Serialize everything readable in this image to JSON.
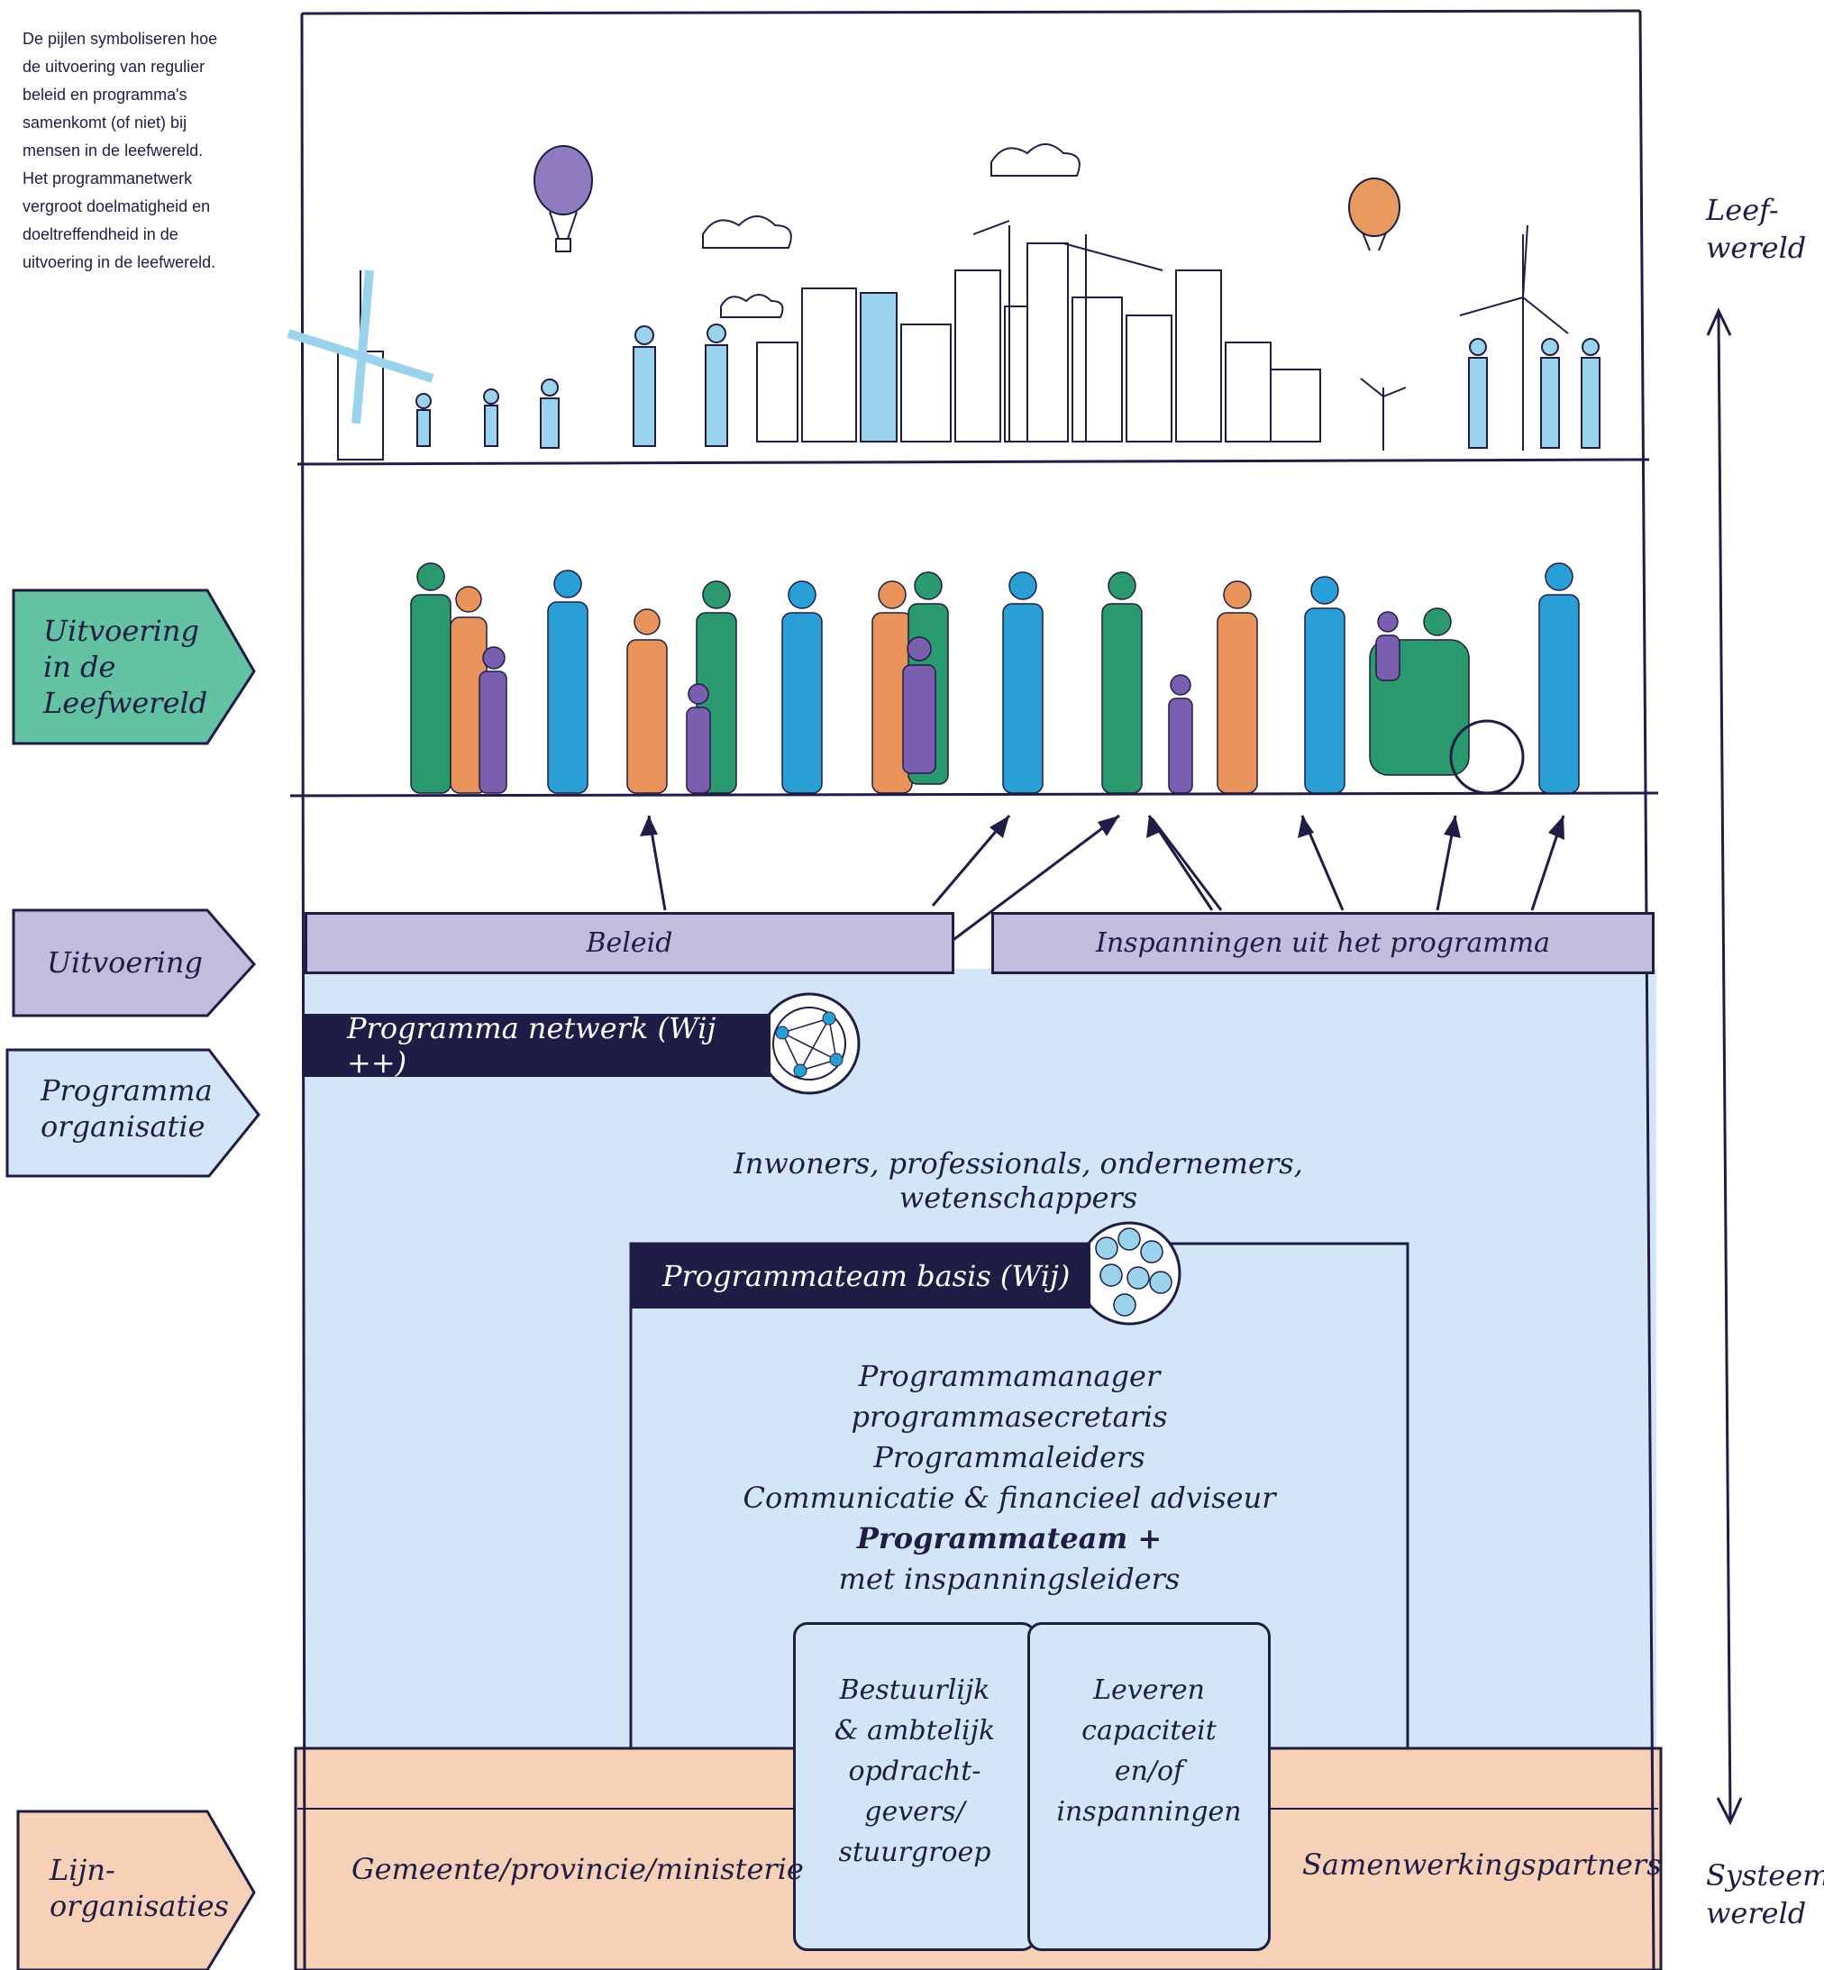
{
  "intro_text": "De pijlen symboliseren hoe\nde uitvoering van regulier\nbeleid en programma's\nsamenkomt (of niet) bij\nmensen in de leefwereld.\nHet programmanetwerk\nvergroot doelmatigheid en\ndoeltreffendheid in de\nuitvoering in de leefwereld.",
  "side_labels": {
    "leefwereld": "Uitvoering\nin de\nLeefwereld",
    "uitvoering": "Uitvoering",
    "programma": "Programma\norganisatie",
    "lijn": "Lijn-\norganisaties"
  },
  "beleid": "Beleid",
  "inspanningen": "Inspanningen uit het programma",
  "netwerk_banner": "Programma netwerk  (Wij ++)",
  "netwerk_members": "Inwoners, professionals, ondernemers, wetenschappers",
  "team_banner": "Programmateam basis  (Wij)",
  "roles": [
    "Programmamanager",
    "programmasecretaris",
    "Programmaleiders",
    "Communicatie & financieel adviseur"
  ],
  "team_plus": "Programmateam +",
  "team_plus_sub": "met inspanningsleiders",
  "bestuurlijk": "Bestuurlijk\n& ambtelijk\nopdracht-\ngevers/\nstuurgroep",
  "leveren": "Leveren\ncapaciteit\nen/of\ninspanningen",
  "gemeente": "Gemeente/provincie/ministerie",
  "samenwerking": "Samenwerkingspartners",
  "axis_top": "Leef-\nwereld",
  "axis_bottom": "Systeem-\nwereld",
  "colors": {
    "navy": "#1f1d45",
    "green": "#62c2a2",
    "purple": "#c3bcdc",
    "light_blue": "#d2e6f7",
    "peach": "#f6d1b8"
  }
}
